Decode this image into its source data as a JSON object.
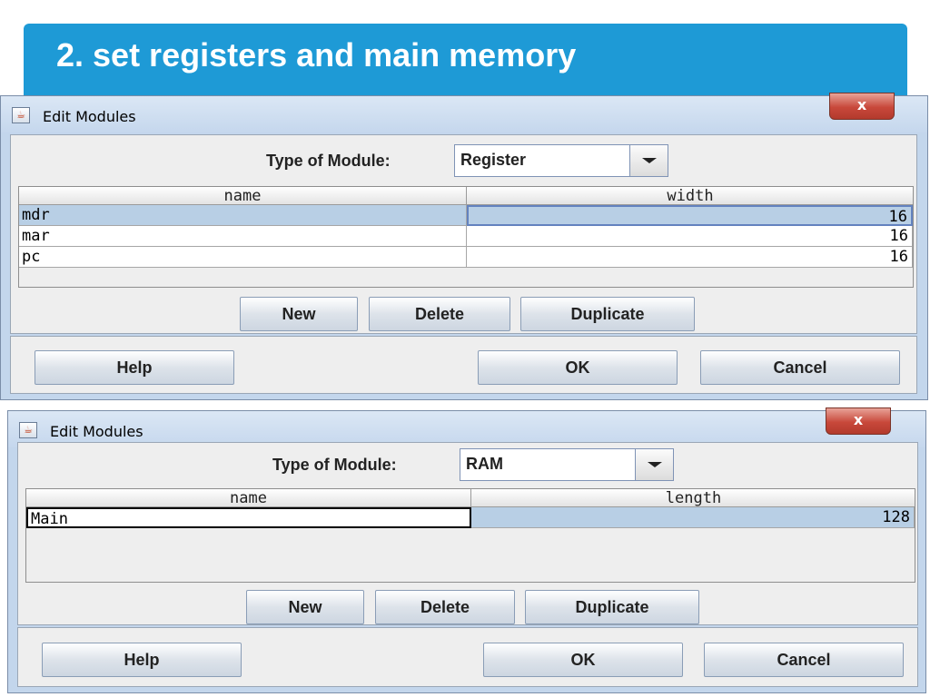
{
  "slide": {
    "title": "2. set registers and main memory"
  },
  "dialogs": [
    {
      "window_title": "Edit Modules",
      "close_label": "x",
      "type_label": "Type of Module:",
      "type_value": "Register",
      "columns": [
        "name",
        "width"
      ],
      "rows": [
        [
          "mdr",
          "16"
        ],
        [
          "mar",
          "16"
        ],
        [
          "pc",
          "16"
        ]
      ],
      "buttons": {
        "new": "New",
        "delete": "Delete",
        "duplicate": "Duplicate",
        "help": "Help",
        "ok": "OK",
        "cancel": "Cancel"
      }
    },
    {
      "window_title": "Edit Modules",
      "close_label": "x",
      "type_label": "Type of Module:",
      "type_value": "RAM",
      "columns": [
        "name",
        "length"
      ],
      "rows": [
        [
          "Main",
          "128"
        ]
      ],
      "buttons": {
        "new": "New",
        "delete": "Delete",
        "duplicate": "Duplicate",
        "help": "Help",
        "ok": "OK",
        "cancel": "Cancel"
      }
    }
  ],
  "colors": {
    "banner": "#1e9ad6",
    "selection": "#b8cfe5",
    "dialog_frame": "#c3d6ec"
  }
}
